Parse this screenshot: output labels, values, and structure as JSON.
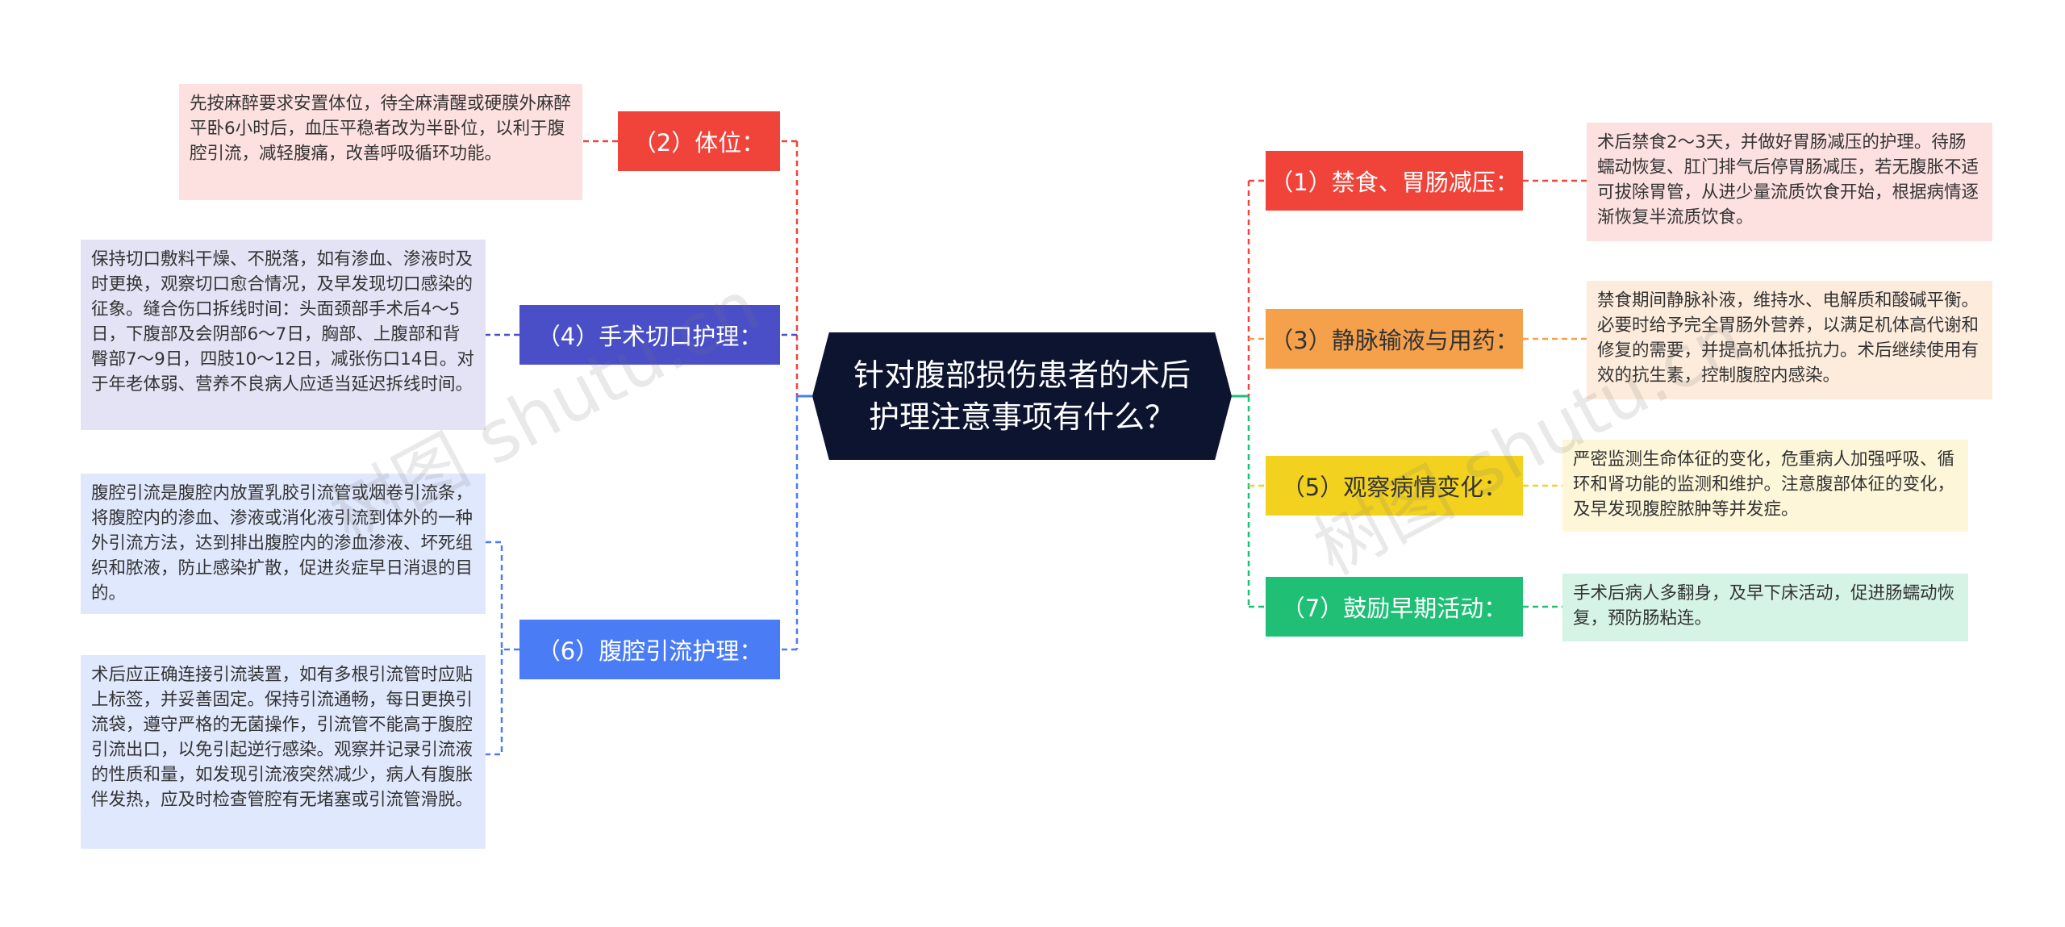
{
  "root": {
    "title": "针对腹部损伤患者的术后护理注意事项有什么？"
  },
  "branches": {
    "b1": {
      "label": "（1）禁食、胃肠减压：",
      "color": "#f0433a",
      "text_color": "#ffffff"
    },
    "b2": {
      "label": "（2）体位：",
      "color": "#f0433a",
      "text_color": "#ffffff"
    },
    "b3": {
      "label": "（3）静脉输液与用药：",
      "color": "#f5a04b",
      "text_color": "#333333"
    },
    "b4": {
      "label": "（4）手术切口护理：",
      "color": "#4a4fc7",
      "text_color": "#ffffff"
    },
    "b5": {
      "label": "（5）观察病情变化：",
      "color": "#f2d21f",
      "text_color": "#333333"
    },
    "b6": {
      "label": "（6）腹腔引流护理：",
      "color": "#4a7cf5",
      "text_color": "#ffffff"
    },
    "b7": {
      "label": "（7）鼓励早期活动：",
      "color": "#1fbf76",
      "text_color": "#ffffff"
    }
  },
  "leaves": {
    "b1": "术后禁食2～3天，并做好胃肠减压的护理。待肠蠕动恢复、肛门排气后停胃肠减压，若无腹胀不适可拔除胃管，从进少量流质饮食开始，根据病情逐渐恢复半流质饮食。",
    "b2": "先按麻醉要求安置体位，待全麻清醒或硬膜外麻醉平卧6小时后，血压平稳者改为半卧位，以利于腹腔引流，减轻腹痛，改善呼吸循环功能。",
    "b3": "禁食期间静脉补液，维持水、电解质和酸碱平衡。必要时给予完全胃肠外营养，以满足机体高代谢和修复的需要，并提高机体抵抗力。术后继续使用有效的抗生素，控制腹腔内感染。",
    "b4": "保持切口敷料干燥、不脱落，如有渗血、渗液时及时更换，观察切口愈合情况，及早发现切口感染的征象。缝合伤口拆线时间：头面颈部手术后4～5日，下腹部及会阴部6～7日，胸部、上腹部和背臀部7～9日，四肢10～12日，减张伤口14日。对于年老体弱、营养不良病人应适当延迟拆线时间。",
    "b5": "严密监测生命体征的变化，危重病人加强呼吸、循环和肾功能的监测和维护。注意腹部体征的变化，及早发现腹腔脓肿等并发症。",
    "b6a": "腹腔引流是腹腔内放置乳胶引流管或烟卷引流条，将腹腔内的渗血、渗液或消化液引流到体外的一种外引流方法，达到排出腹腔内的渗血渗液、坏死组织和脓液，防止感染扩散，促进炎症早日消退的目的。",
    "b6b": "术后应正确连接引流装置，如有多根引流管时应贴上标签，并妥善固定。保持引流通畅，每日更换引流袋，遵守严格的无菌操作，引流管不能高于腹腔引流出口，以免引起逆行感染。观察并记录引流液的性质和量，如发现引流液突然减少，病人有腹胀伴发热，应及时检查管腔有无堵塞或引流管滑脱。",
    "b7": "手术后病人多翻身，及早下床活动，促进肠蠕动恢复，预防肠粘连。"
  },
  "leaf_colors": {
    "b1": "#fde1e0",
    "b2": "#fde1e0",
    "b3": "#fdecdc",
    "b4": "#e3e3f5",
    "b5": "#fdf6d8",
    "b6": "#e0e8fd",
    "b7": "#d6f4e6"
  },
  "watermarks": [
    "树图 shutu.cn",
    "树图 shutu.cn"
  ]
}
